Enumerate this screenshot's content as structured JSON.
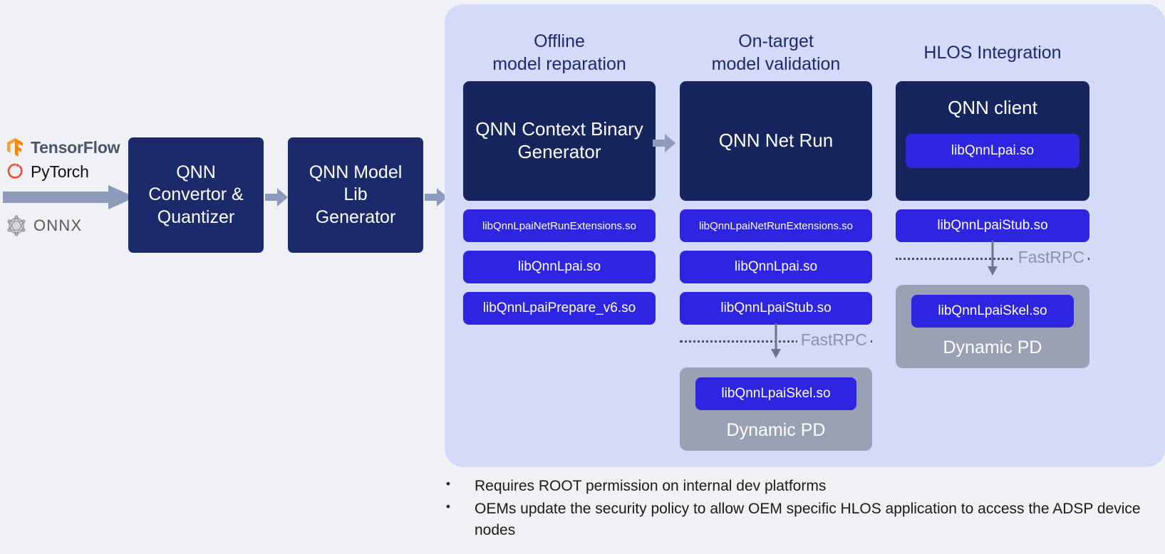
{
  "colors": {
    "page_bg": "#f0f1f4",
    "panel_bg": "#d4daf8",
    "node_navy": "#1b2a6b",
    "box_navy": "#16255e",
    "chip_blue": "#2d25e0",
    "pd_gray": "#9aa1b5",
    "arrow_gray": "#8e9cbb",
    "rpc_label": "#8c93ab",
    "tensorflow_orange": "#ff8500",
    "pytorch_red": "#ee4c2c",
    "onnx_gray": "#8a8d93"
  },
  "sources": {
    "items": [
      {
        "icon": "tensorflow-logo",
        "label": "TensorFlow"
      },
      {
        "icon": "pytorch-logo",
        "label": "PyTorch"
      },
      {
        "icon": "onnx-logo",
        "label": "ONNX"
      }
    ]
  },
  "pipeline": {
    "nodes": [
      {
        "id": "convertor",
        "label": "QNN\nConvertor &\nQuantizer"
      },
      {
        "id": "model_lib",
        "label": "QNN Model\nLib\nGenerator"
      }
    ]
  },
  "panel": {
    "columns": [
      {
        "id": "offline",
        "title": "Offline\nmodel reparation",
        "main_box": "QNN Context Binary Generator",
        "chips": [
          {
            "label": "libQnnLpaiNetRunExtensions.so",
            "size": "small"
          },
          {
            "label": "libQnnLpai.so",
            "size": "normal"
          },
          {
            "label": "libQnnLpaiPrepare_v6.so",
            "size": "normal"
          }
        ],
        "rpc": null,
        "dynamic_pd": null
      },
      {
        "id": "ontarget",
        "title": "On-target\nmodel validation",
        "main_box": "QNN Net Run",
        "chips": [
          {
            "label": "libQnnLpaiNetRunExtensions.so",
            "size": "small"
          },
          {
            "label": "libQnnLpai.so",
            "size": "normal"
          },
          {
            "label": "libQnnLpaiStub.so",
            "size": "normal"
          }
        ],
        "rpc": "FastRPC",
        "dynamic_pd": {
          "chip": "libQnnLpaiSkel.so",
          "label": "Dynamic PD"
        }
      },
      {
        "id": "hlos",
        "title": "HLOS Integration",
        "main_box": "QNN client",
        "main_box_chip": "libQnnLpai.so",
        "chips": [
          {
            "label": "libQnnLpaiStub.so",
            "size": "normal"
          }
        ],
        "rpc": "FastRPC",
        "dynamic_pd": {
          "chip": "libQnnLpaiSkel.so",
          "label": "Dynamic PD"
        }
      }
    ]
  },
  "notes": {
    "bullet_marker": "•",
    "items": [
      "Requires ROOT permission on internal dev platforms",
      "OEMs update the security policy to allow OEM specific HLOS application to access the ADSP device nodes"
    ]
  }
}
